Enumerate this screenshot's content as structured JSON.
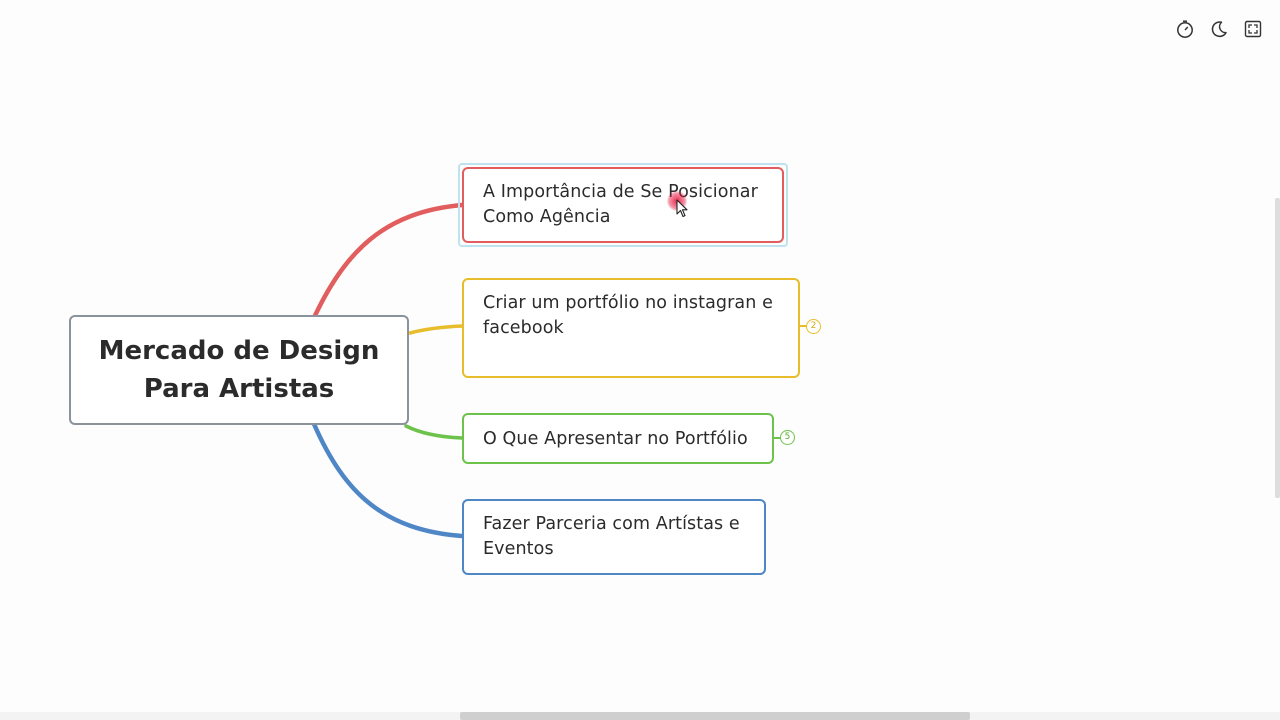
{
  "toolbar": {
    "icons": [
      "stopwatch-icon",
      "moon-icon",
      "fullscreen-icon"
    ]
  },
  "colors": {
    "root_border": "#8a929c",
    "branch_red": "#e25d5d",
    "branch_yellow": "#e8bd2c",
    "branch_green": "#6cc24a",
    "branch_blue": "#4e86c6",
    "selection": "#bfe3ee"
  },
  "root": {
    "line1": "Mercado de Design",
    "line2": "Para Artistas"
  },
  "topics": [
    {
      "line1": "A Importância de Se Posicionar",
      "line2": "Como Agência"
    },
    {
      "line1": "Criar um portfólio no instagran e",
      "line2": "facebook",
      "collapsed_count": "2"
    },
    {
      "line1": "O Que Apresentar no Portfólio",
      "collapsed_count": "5"
    },
    {
      "line1": "Fazer Parceria com Artístas e",
      "line2": "Eventos"
    }
  ]
}
